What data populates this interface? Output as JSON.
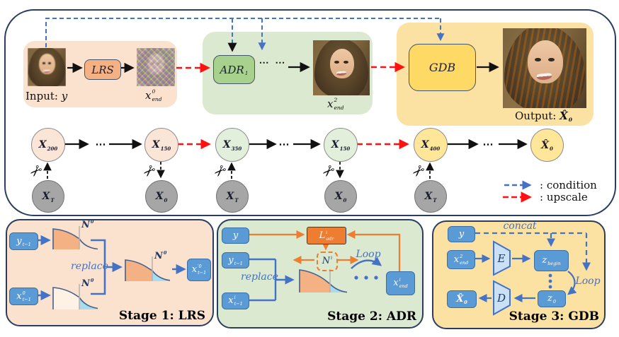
{
  "colors": {
    "condition_blue": "#4472c4",
    "upscale_red": "#ff1111",
    "orange_accent": "#ed7d31",
    "stage1_bg": "#fbe2cf",
    "stage2_bg": "#dbe9d1",
    "stage3_bg": "#fce2a2",
    "lrs_fill": "#f4b183",
    "adr_fill": "#a9d18e",
    "gdb_fill": "#ffd966",
    "node_peach": "#fbe5d6",
    "node_green": "#e2efda",
    "node_yellow": "#ffe699",
    "node_gray": "#a6a6a6"
  },
  "top": {
    "input_prefix": "Input:",
    "input_var": "y",
    "lrs_label": "LRS",
    "adr": {
      "base": "ADR",
      "sup": "",
      "sub": "1"
    },
    "gdb_label": "GDB",
    "adr_dots": "⋯ ⋯",
    "x0end": {
      "base": "x",
      "sup": "0",
      "sub": "end"
    },
    "x2end": {
      "base": "x",
      "sup": "2",
      "sub": "end"
    },
    "output_prefix": "Output:",
    "output_var": {
      "base": "X̂",
      "sup": "",
      "sub": "0"
    }
  },
  "chain": {
    "dots": "⋯",
    "nodes": [
      {
        "base": "X",
        "sup": "",
        "sub": "200"
      },
      {
        "base": "X",
        "sup": "",
        "sub": "150"
      },
      {
        "base": "X",
        "sup": "",
        "sub": "350"
      },
      {
        "base": "X",
        "sup": "",
        "sub": "150"
      },
      {
        "base": "X",
        "sup": "",
        "sub": "400"
      },
      {
        "base": "X̂",
        "sup": "",
        "sub": "0"
      }
    ],
    "ghosts": [
      {
        "base": "X",
        "sup": "",
        "sub": "T"
      },
      {
        "base": "X",
        "sup": "",
        "sub": "0"
      },
      {
        "base": "X",
        "sup": "",
        "sub": "T"
      },
      {
        "base": "X",
        "sup": "",
        "sub": "0"
      },
      {
        "base": "X",
        "sup": "",
        "sub": "T"
      }
    ]
  },
  "legend": {
    "condition": ": condition",
    "upscale": ": upscale"
  },
  "stage1": {
    "y_t1": {
      "base": "y",
      "sup": "",
      "sub": "t−1"
    },
    "x0_t1": {
      "base": "x",
      "sup": "0",
      "sub": "t−1"
    },
    "n0_top": {
      "base": "N",
      "sup": "0",
      "sub": ""
    },
    "n0_bottom": {
      "base": "N",
      "sup": "0",
      "sub": ""
    },
    "n0_result": {
      "base": "N",
      "sup": "0",
      "sub": ""
    },
    "replace": "replace",
    "result": {
      "base": "x",
      "sup": "′0",
      "sub": "t−1"
    },
    "label": "Stage 1: LRS"
  },
  "stage2": {
    "y": "y",
    "loss": {
      "base": "L",
      "sup": "i",
      "sub": "adr"
    },
    "ni": {
      "base": "N",
      "sup": "i",
      "sub": ""
    },
    "loop": "Loop",
    "y_t1": {
      "base": "y",
      "sup": "",
      "sub": "t−1"
    },
    "x_t1": {
      "base": "x",
      "sup": "i",
      "sub": "t−1"
    },
    "replace": "replace",
    "x_end": {
      "base": "x",
      "sup": "i",
      "sub": "end"
    },
    "label": "Stage 2: ADR"
  },
  "stage3": {
    "y": "y",
    "concat": "concat",
    "x2end": {
      "base": "x",
      "sup": "2",
      "sub": "end"
    },
    "encoder": "E",
    "z_begin": {
      "base": "z",
      "sup": "",
      "sub": "begin"
    },
    "z0": {
      "base": "z",
      "sup": "",
      "sub": "0"
    },
    "decoder": "D",
    "x_hat": {
      "base": "X̂",
      "sup": "",
      "sub": "0"
    },
    "loop": "Loop",
    "label": "Stage 3: GDB"
  }
}
